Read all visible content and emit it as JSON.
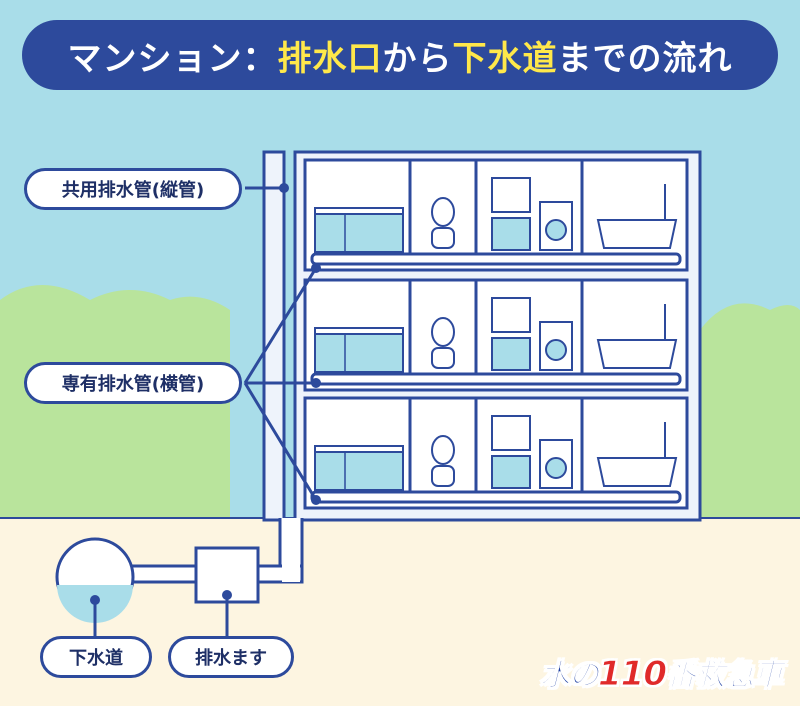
{
  "title": {
    "prefix": "マンション：",
    "highlight1": "排水口",
    "middle1": "から",
    "highlight2": "下水道",
    "suffix": "までの流れ"
  },
  "labels": {
    "vertical_pipe": "共用排水管(縦管)",
    "horizontal_pipe": "専有排水管(横管)",
    "sewer": "下水道",
    "drain_box": "排水ます"
  },
  "logo": {
    "part1": "水の",
    "part2": "110",
    "part3": "番救急車"
  },
  "colors": {
    "sky": "#a9dde9",
    "ground": "#fdf5e1",
    "hills": "#b9e49c",
    "outline": "#2d4a9c",
    "highlight": "#ffe84a",
    "water": "#a9dde9"
  }
}
